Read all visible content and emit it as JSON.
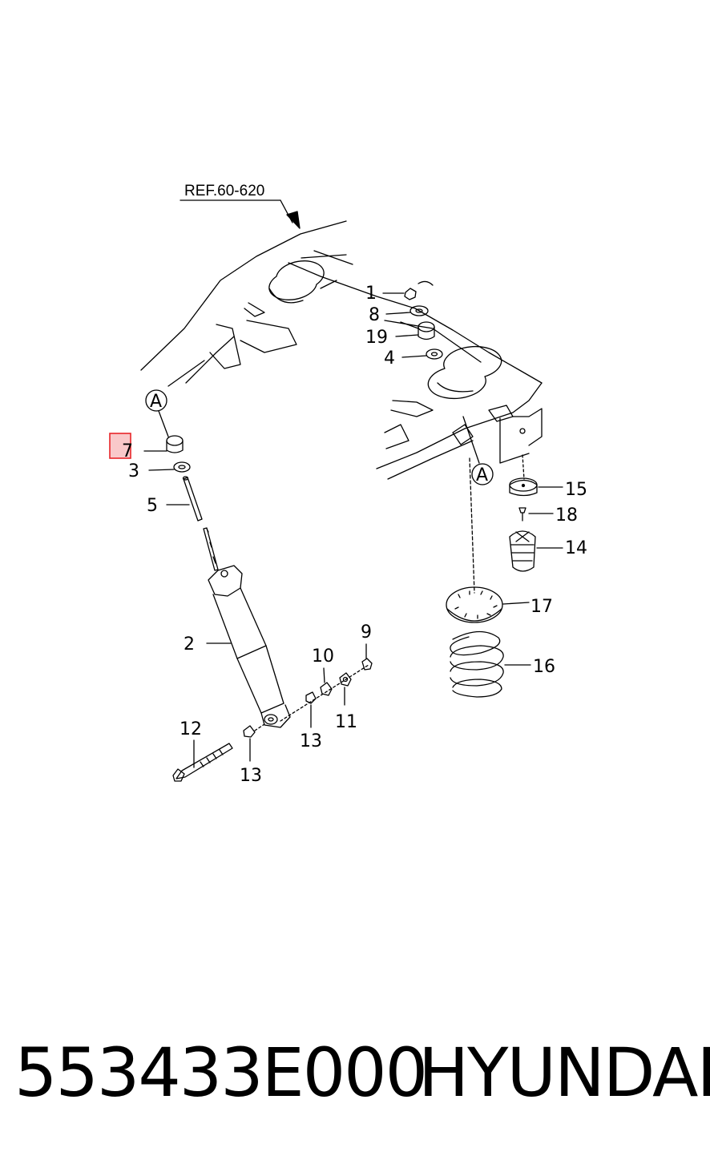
{
  "diagram": {
    "reference": "REF.60-620",
    "callout_marker": "A",
    "labels": {
      "p1": "1",
      "p8": "8",
      "p19": "19",
      "p4": "4",
      "p7": "7",
      "p3": "3",
      "p5": "5",
      "p2": "2",
      "p15": "15",
      "p18": "18",
      "p14": "14",
      "p17": "17",
      "p16": "16",
      "p9": "9",
      "p10": "10",
      "p11": "11",
      "p12": "12",
      "p13a": "13",
      "p13b": "13"
    },
    "highlight": {
      "part": "7",
      "color": "#e8262a"
    }
  },
  "footer": {
    "part_number": "553433E000",
    "brand": "HYUNDAI"
  }
}
